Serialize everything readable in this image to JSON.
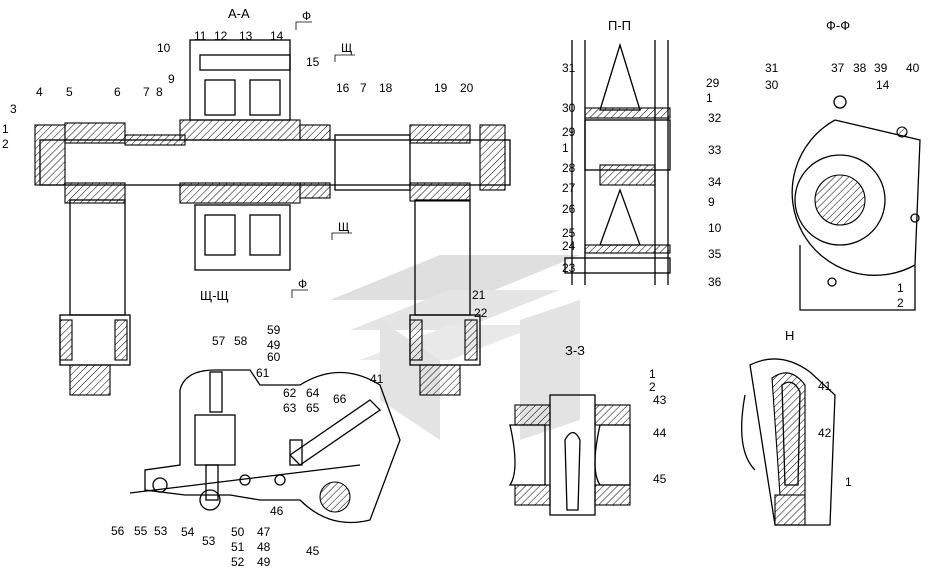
{
  "views": {
    "aa": "А-А",
    "pp": "П-П",
    "ff": "Ф-Ф",
    "shsh": "Щ-Щ",
    "zz": "З-З",
    "n": "Н"
  },
  "section_marks": {
    "f_top": "Ф",
    "f_bottom": "Ф",
    "sh_top": "Щ",
    "sh_bottom": "Щ"
  },
  "callouts": {
    "aa": [
      "1",
      "2",
      "3",
      "4",
      "5",
      "6",
      "7",
      "8",
      "9",
      "10",
      "11",
      "12",
      "13",
      "14",
      "15",
      "16",
      "7",
      "18",
      "19",
      "20",
      "21",
      "22"
    ],
    "pp": [
      "31",
      "30",
      "29",
      "1",
      "29",
      "1",
      "28",
      "27",
      "26",
      "25",
      "24",
      "23",
      "32",
      "33",
      "34",
      "9",
      "10",
      "35",
      "36"
    ],
    "ff": [
      "31",
      "30",
      "37",
      "38",
      "39",
      "14",
      "40",
      "1",
      "2"
    ],
    "shsh": [
      "57",
      "58",
      "59",
      "49",
      "60",
      "61",
      "62",
      "63",
      "64",
      "65",
      "66",
      "41",
      "56",
      "55",
      "53",
      "54",
      "53",
      "50",
      "51",
      "52",
      "47",
      "48",
      "49",
      "46",
      "45"
    ],
    "zz": [
      "1",
      "2",
      "43",
      "44",
      "45"
    ],
    "n": [
      "41",
      "42",
      "1"
    ]
  }
}
